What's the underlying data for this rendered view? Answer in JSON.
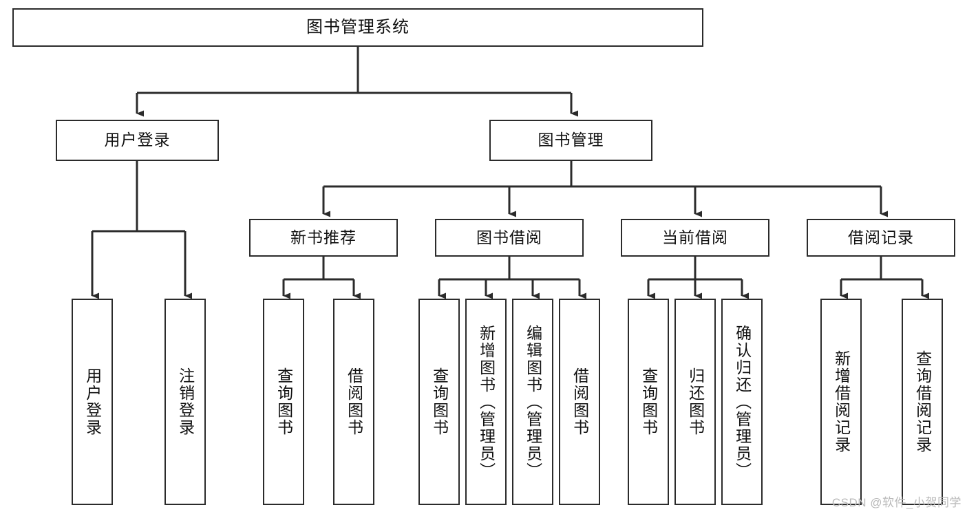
{
  "diagram": {
    "title": "图书管理系统",
    "type": "tree-hierarchy",
    "watermark": "CSDN @软件_小贺同学",
    "colors": {
      "stroke": "#2b2b2b",
      "fill": "#ffffff",
      "text": "#111111",
      "watermark": "#b9b9b9"
    },
    "levels": {
      "root": {
        "label": "图书管理系统"
      },
      "level2": [
        {
          "label": "用户登录"
        },
        {
          "label": "图书管理"
        }
      ],
      "level3": [
        {
          "label": "新书推荐"
        },
        {
          "label": "图书借阅"
        },
        {
          "label": "当前借阅"
        },
        {
          "label": "借阅记录"
        }
      ]
    },
    "leaves": {
      "user_login": [
        {
          "label": "用户登录"
        },
        {
          "label": "注销登录"
        }
      ],
      "new_book_recommend": [
        {
          "label": "查询图书"
        },
        {
          "label": "借阅图书"
        }
      ],
      "book_borrow": [
        {
          "label": "查询图书"
        },
        {
          "label": "新增图书（管理员）"
        },
        {
          "label": "编辑图书（管理员）"
        },
        {
          "label": "借阅图书"
        }
      ],
      "current_borrow": [
        {
          "label": "查询图书"
        },
        {
          "label": "归还图书"
        },
        {
          "label": "确认归还（管理员）"
        }
      ],
      "borrow_record": [
        {
          "label": "新增借阅记录"
        },
        {
          "label": "查询借阅记录"
        }
      ]
    }
  }
}
